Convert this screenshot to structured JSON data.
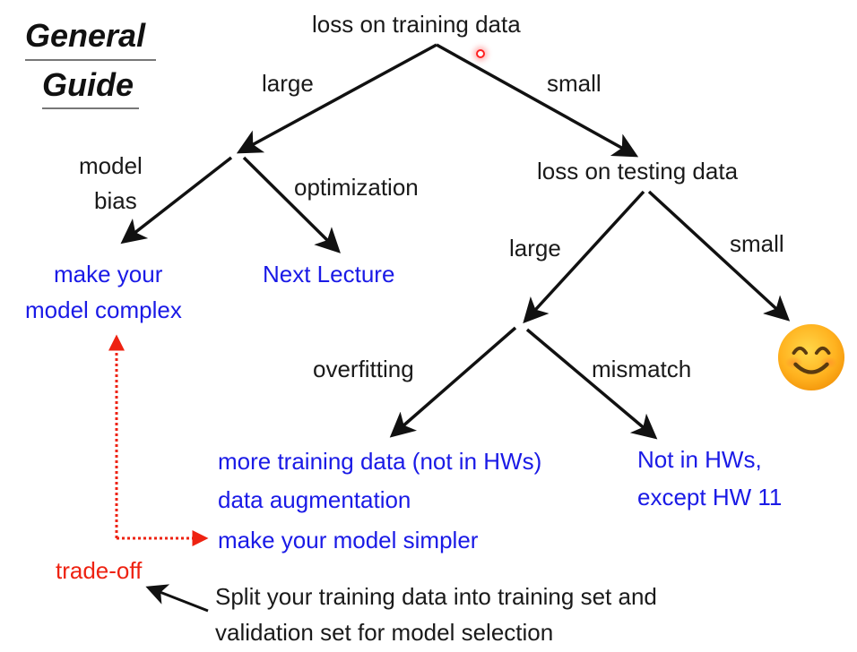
{
  "title": {
    "line1": "General",
    "line2": "Guide"
  },
  "nodes": {
    "root": "loss on training data",
    "testing": "loss on testing data",
    "make_complex_1": "make your",
    "make_complex_2": "model complex",
    "next_lecture": "Next Lecture",
    "more_data": "more training data (not in HWs)",
    "data_aug": "data augmentation",
    "simpler": "make your model simpler",
    "not_in_hws_1": "Not in HWs,",
    "not_in_hws_2": "except HW 11",
    "trade_off": "trade-off",
    "split_1": "Split your training data into training set and",
    "split_2": "validation set for model selection"
  },
  "edge_labels": {
    "train_large": "large",
    "train_small": "small",
    "model_bias_1": "model",
    "model_bias_2": "bias",
    "optimization": "optimization",
    "test_large": "large",
    "test_small": "small",
    "overfitting": "overfitting",
    "mismatch": "mismatch"
  },
  "icons": {
    "happy": "smiling-face-emoji"
  },
  "colors": {
    "text": "#1a1a1a",
    "action": "#1a1ae6",
    "tradeoff": "#ee2211"
  }
}
